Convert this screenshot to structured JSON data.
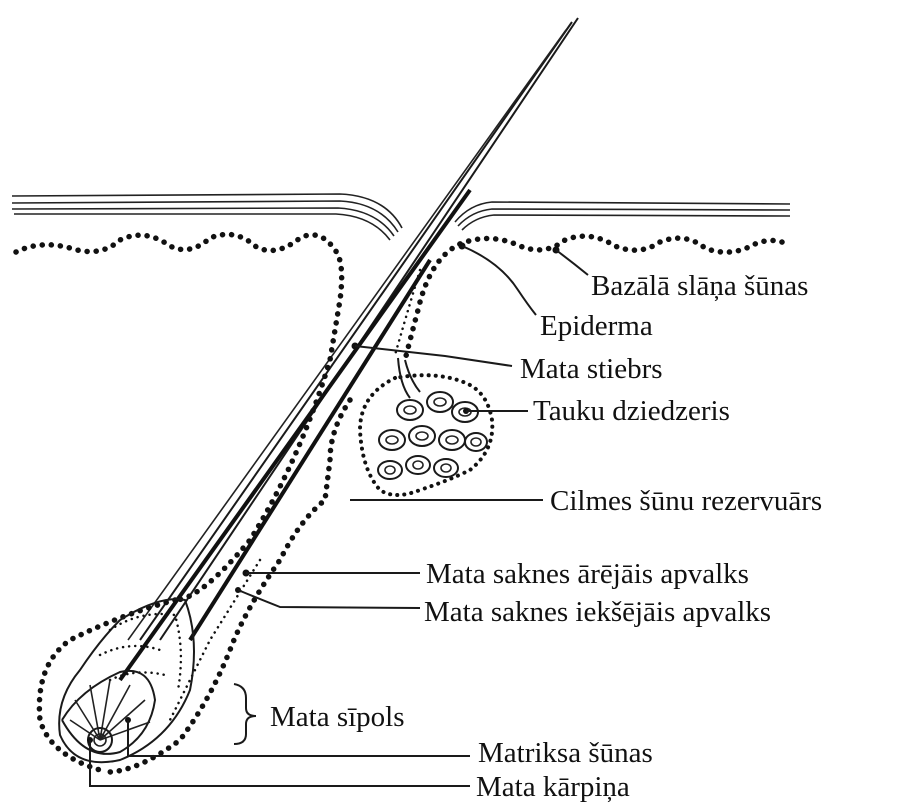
{
  "labels": {
    "basal_layer_cells": "Bazālā slāņa šūnas",
    "epidermis": "Epiderma",
    "hair_shaft": "Mata stiebrs",
    "sebaceous_gland": "Tauku dziedzeris",
    "stem_cell_reservoir": "Cilmes šūnu rezervuārs",
    "outer_root_sheath": "Mata saknes ārējāis apvalks",
    "inner_root_sheath": "Mata saknes iekšējāis apvalks",
    "hair_bulb": "Mata sīpols",
    "matrix_cells": "Matriksa šūnas",
    "dermal_papilla": "Mata kārpiņa"
  }
}
